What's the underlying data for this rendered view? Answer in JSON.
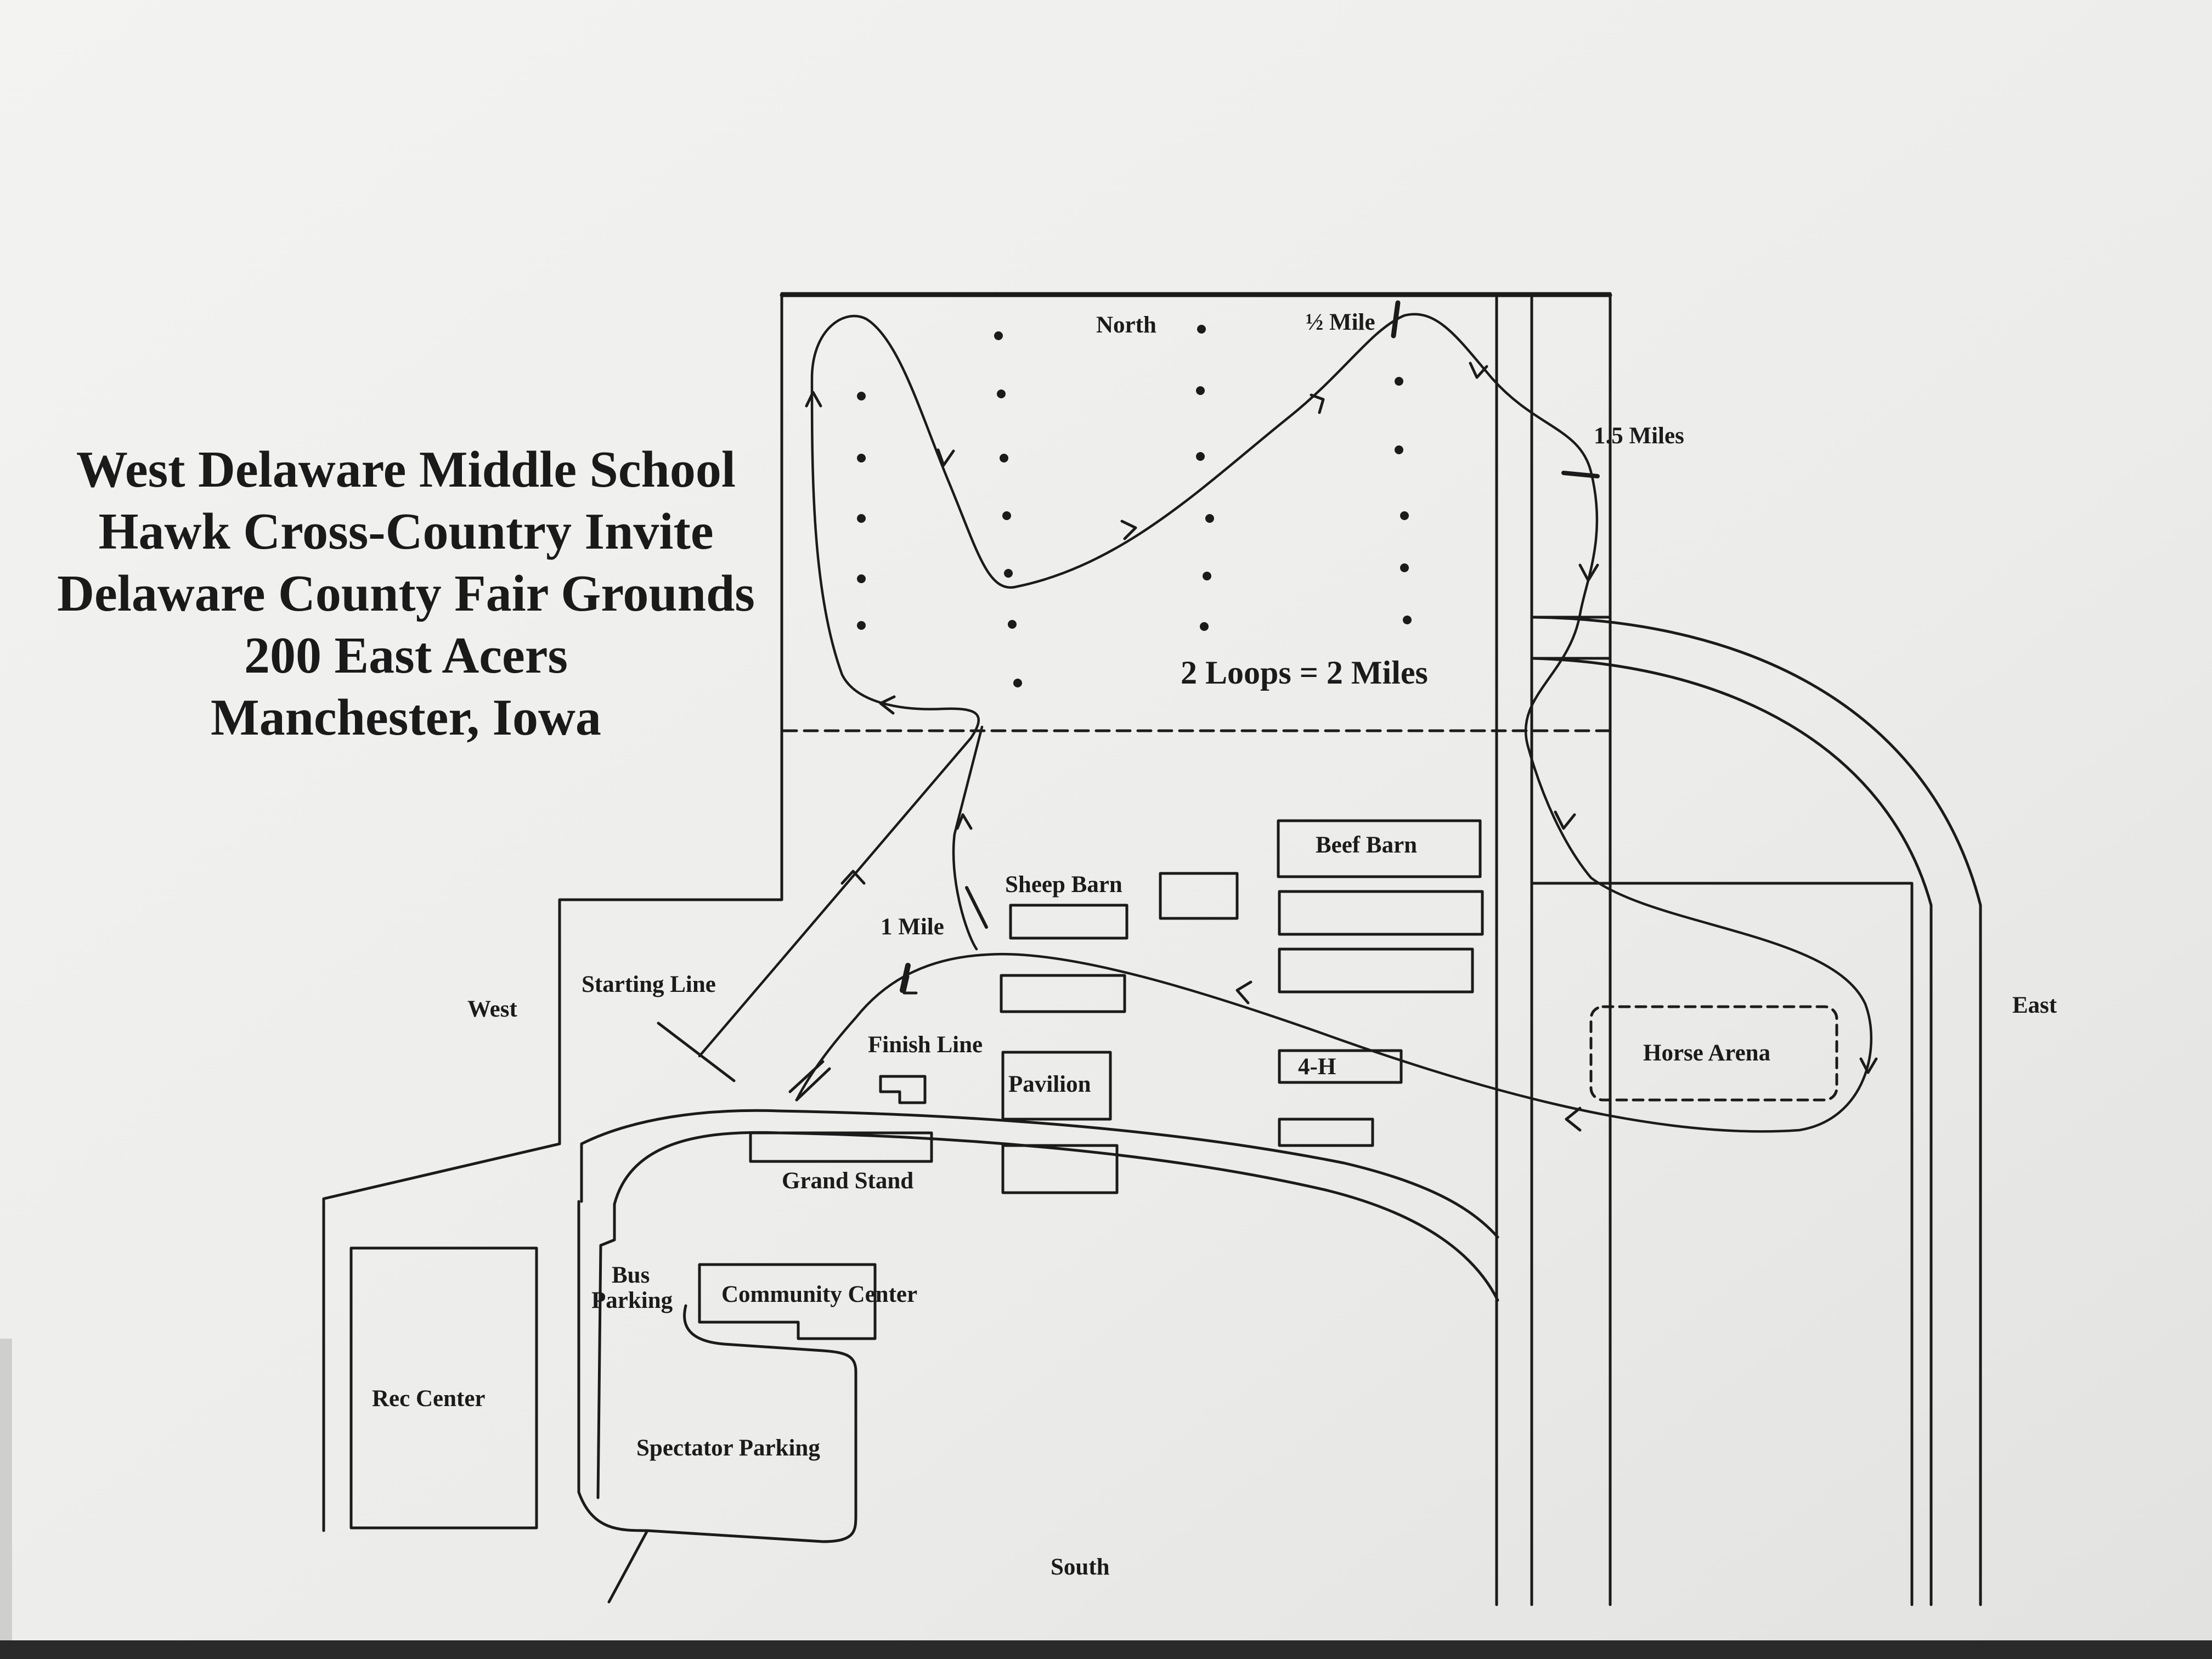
{
  "title": {
    "line1": "West Delaware Middle School",
    "line2": "Hawk Cross-Country Invite",
    "line3": "Delaware County Fair Grounds",
    "line4": "200 East Acers",
    "line5": "Manchester, Iowa"
  },
  "directions": {
    "north": "North",
    "south": "South",
    "east": "East",
    "west": "West"
  },
  "course": {
    "half_mile": "½ Mile",
    "one_mile": "1 Mile",
    "one_half_miles": "1.5 Miles",
    "loops": "2 Loops = 2 Miles",
    "starting_line": "Starting Line",
    "finish_line": "Finish Line"
  },
  "buildings": {
    "sheep_barn": "Sheep Barn",
    "beef_barn": "Beef Barn",
    "four_h": "4-H",
    "pavilion": "Pavilion",
    "horse_arena": "Horse Arena",
    "grand_stand": "Grand Stand",
    "community_center": "Community Center",
    "rec_center": "Rec Center",
    "bus_parking": "Bus Parking",
    "bus_parking_line1": "Bus",
    "bus_parking_line2": "Parking",
    "spectator_parking": "Spectator Parking"
  },
  "colors": {
    "paper": "#efefed",
    "ink": "#1b1b1b",
    "desk": "#2a2a2a"
  }
}
